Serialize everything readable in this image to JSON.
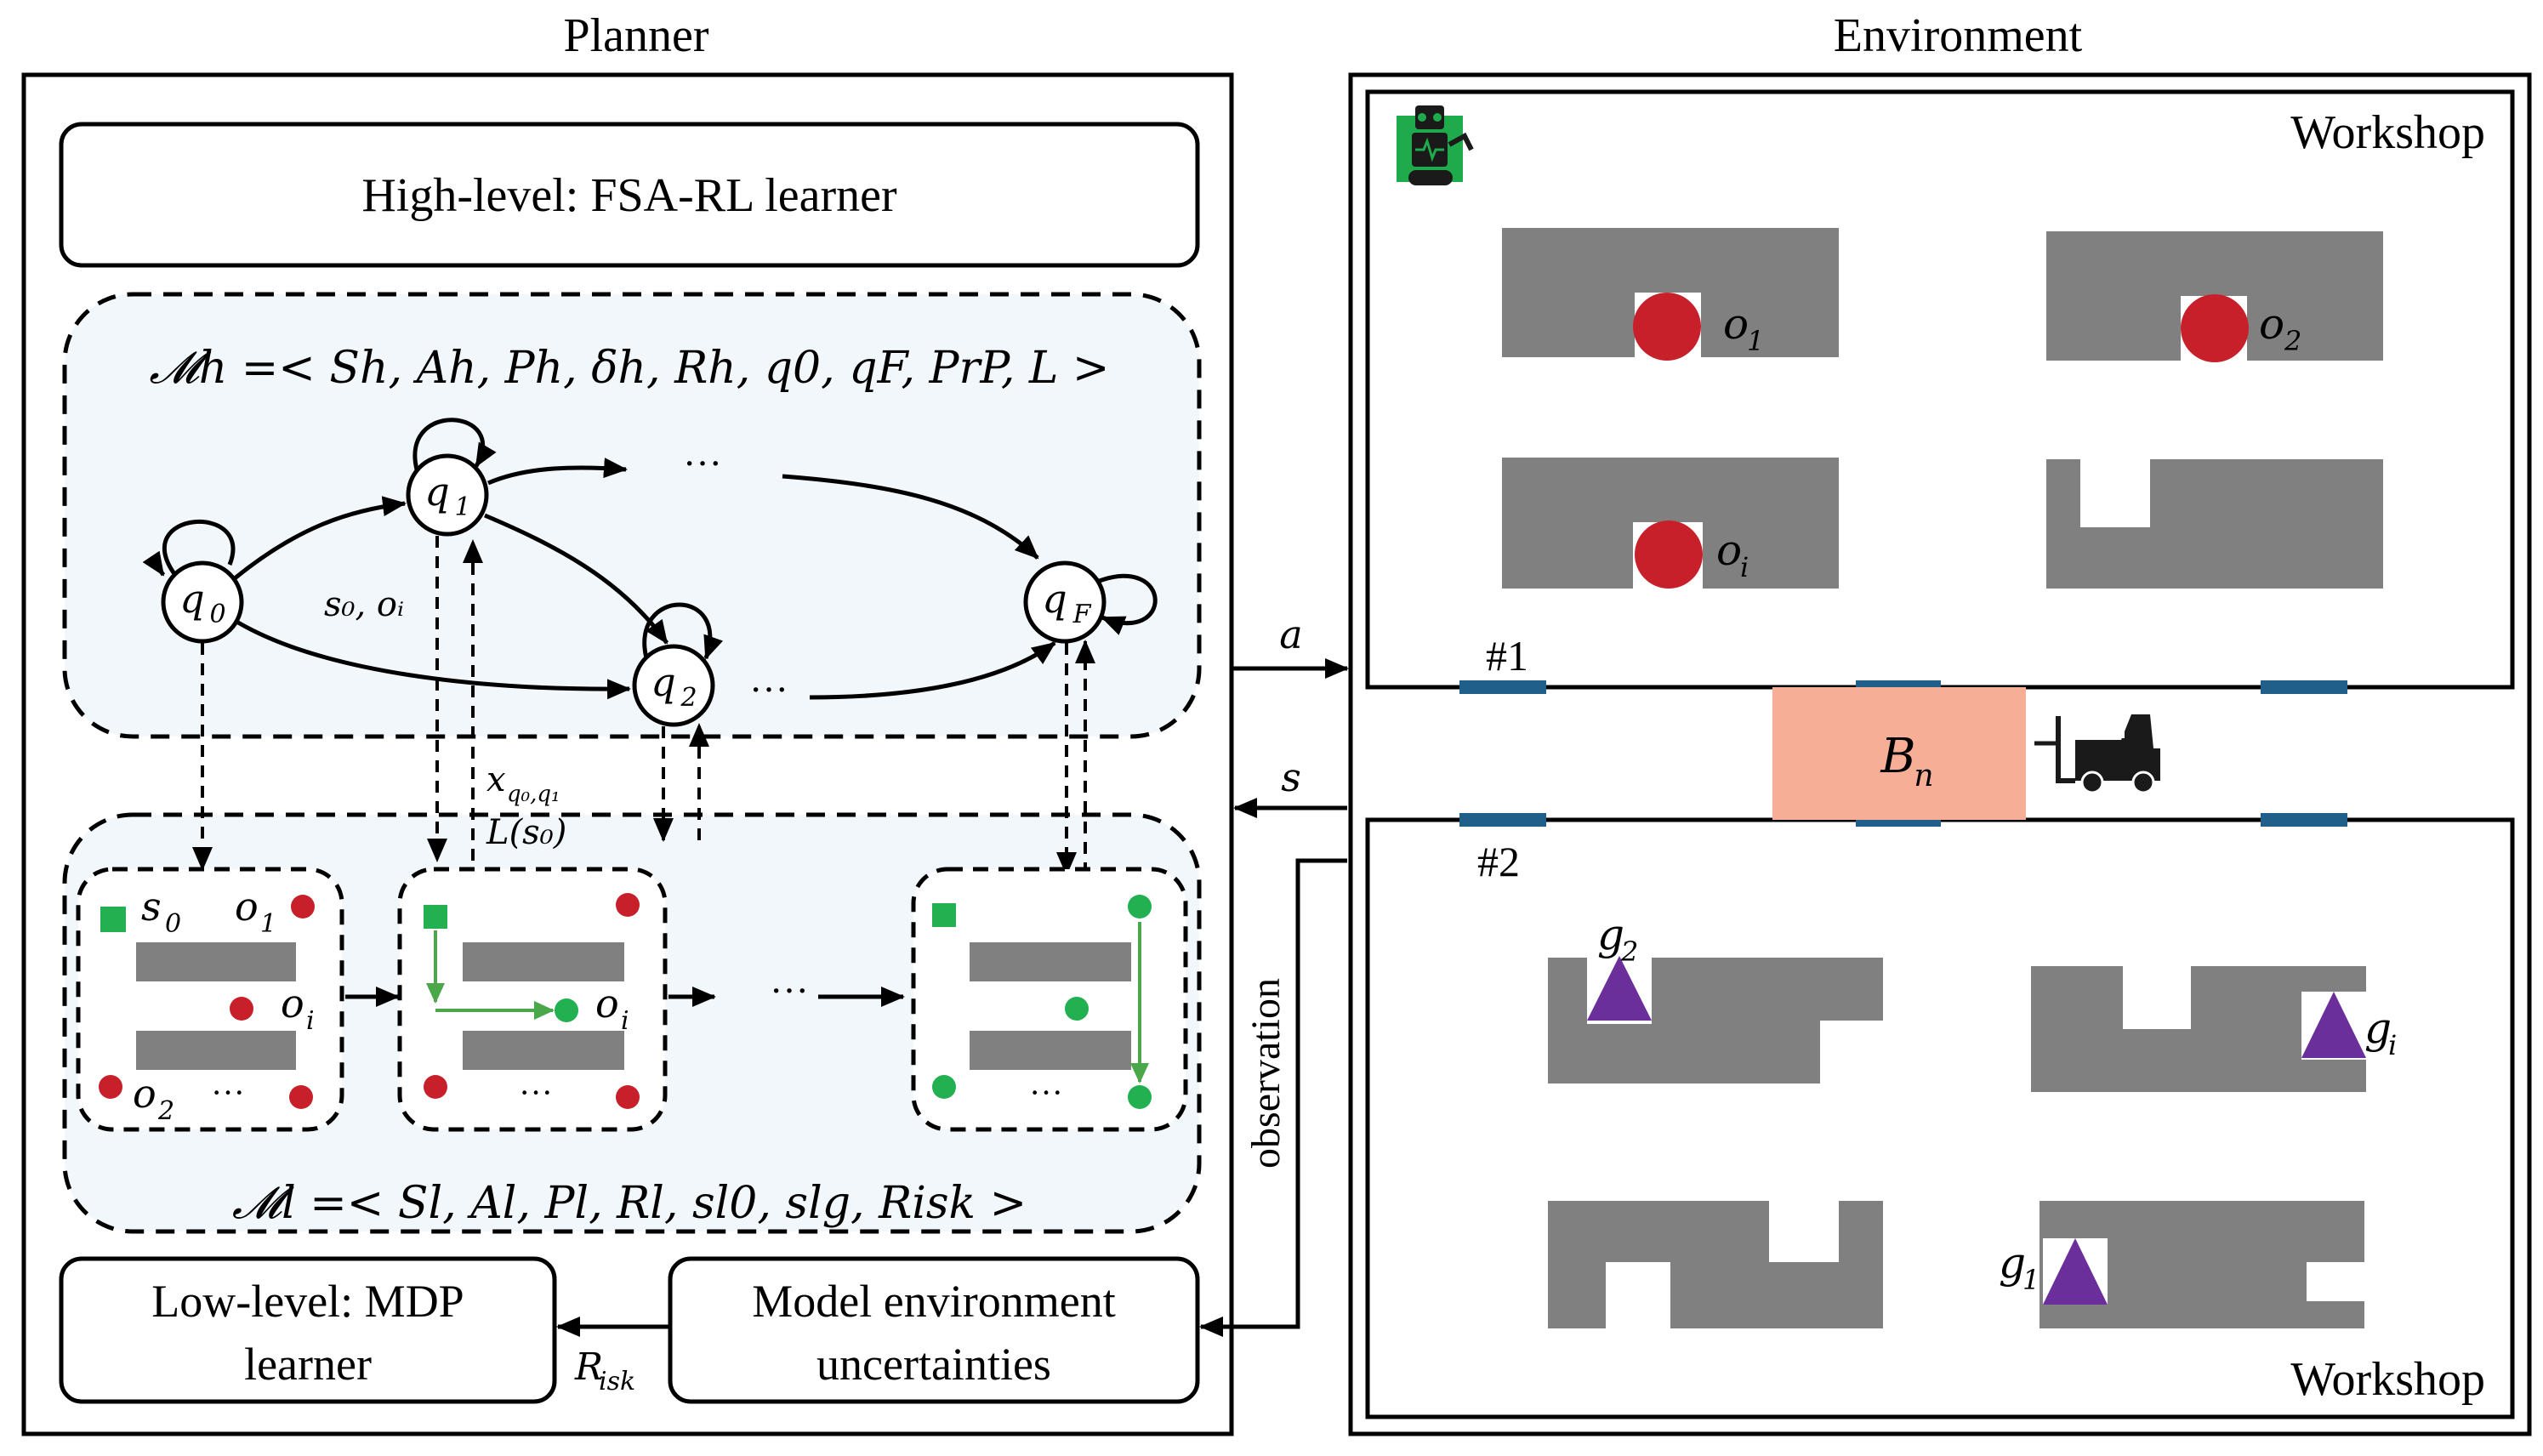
{
  "planner": {
    "title": "Planner",
    "high_level_label": "High-level: FSA-RL learner",
    "mh_formula": "𝓜h =< Sh, Ah, Ph, δh, Rh, q0, qF, PrP, L >",
    "ml_formula": "𝓜l =< Sl, Al, Pl, Rl, sl0, slg, Risk >",
    "low_level_line1": "Low-level: MDP",
    "low_level_line2": "learner",
    "model_env_line1": "Model environment",
    "model_env_line2": "uncertainties",
    "risk_label": "R",
    "risk_sub": "isk"
  },
  "fsa": {
    "state_q0": "q",
    "state_q0_sub": "0",
    "state_q1": "q",
    "state_q1_sub": "1",
    "state_q2": "q",
    "state_q2_sub": "2",
    "state_qF": "q",
    "state_qF_sub": "F",
    "edge_label": "s₀, oᵢ",
    "ellipsis_top": "···",
    "ellipsis_mid": "···",
    "transition_x": "x",
    "transition_x_sub": "q₀,q₁",
    "label_L": "L(s₀)"
  },
  "grids": {
    "s0": "s",
    "s0_sub": "0",
    "o1": "o",
    "o1_sub": "1",
    "oi": "o",
    "oi_sub": "i",
    "o2": "o",
    "o2_sub": "2",
    "dots": "···",
    "between": "···"
  },
  "arrows": {
    "a": "a",
    "s": "s",
    "observation": "observation"
  },
  "environment": {
    "title": "Environment",
    "workshop_top": "Workshop",
    "workshop_bottom": "Workshop",
    "marker1": "#1",
    "marker2": "#2",
    "buffer": "B",
    "buffer_sub": "n",
    "objects": {
      "o1": "o",
      "o1_sub": "1",
      "o2": "o",
      "o2_sub": "2",
      "oi": "o",
      "oi_sub": "i",
      "g2": "g",
      "g2_sub": "2",
      "gi": "g",
      "gi_sub": "i",
      "g1": "g",
      "g1_sub": "1"
    }
  },
  "colors": {
    "gray": "#808080",
    "red": "#c8202a",
    "green": "#22b050",
    "purple": "#6a2f9a",
    "blue_slot": "#1f5f8a",
    "buffer": "#f7ae96",
    "panel_bg": "#f2f7fb",
    "robot": "#1faa4b"
  }
}
